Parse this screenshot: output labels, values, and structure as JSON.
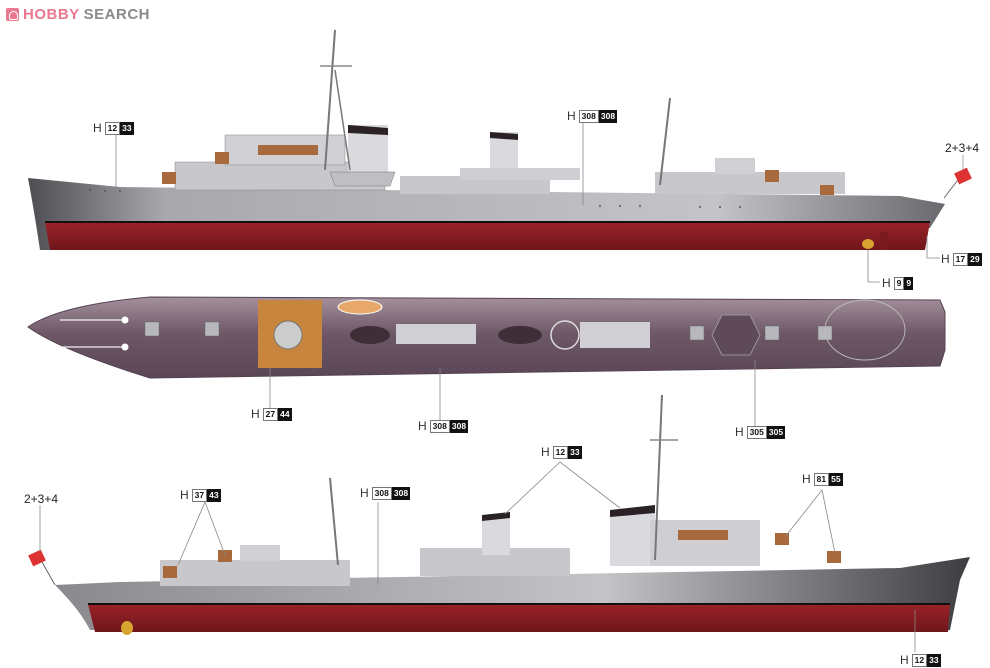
{
  "brand": {
    "hobby": "HOBBY",
    "search": "SEARCH",
    "accent": "#e9788e"
  },
  "colors": {
    "hull_gray": "#b9b9bd",
    "hull_dark": "#5a5a5e",
    "hull_red": "#8c1f24",
    "deck_purple": "#6f5a68",
    "deck_wood": "#c8853e"
  },
  "views": [
    {
      "id": "starboard-profile",
      "labels": [
        {
          "prefix": "H",
          "a": "12",
          "b": "33"
        },
        {
          "prefix": "H",
          "a": "308",
          "b": "308"
        },
        {
          "prefix": "H",
          "a": "17",
          "b": "29"
        },
        {
          "prefix": "H",
          "a": "9",
          "b": "9"
        }
      ],
      "flag_text": "2+3+4"
    },
    {
      "id": "deck-plan",
      "labels": [
        {
          "prefix": "H",
          "a": "27",
          "b": "44"
        },
        {
          "prefix": "H",
          "a": "308",
          "b": "308"
        },
        {
          "prefix": "H",
          "a": "305",
          "b": "305"
        }
      ]
    },
    {
      "id": "port-profile",
      "labels": [
        {
          "prefix": "H",
          "a": "37",
          "b": "43"
        },
        {
          "prefix": "H",
          "a": "308",
          "b": "308"
        },
        {
          "prefix": "H",
          "a": "12",
          "b": "33"
        },
        {
          "prefix": "H",
          "a": "81",
          "b": "55"
        },
        {
          "prefix": "H",
          "a": "12",
          "b": "33"
        }
      ],
      "flag_text": "2+3+4"
    }
  ]
}
